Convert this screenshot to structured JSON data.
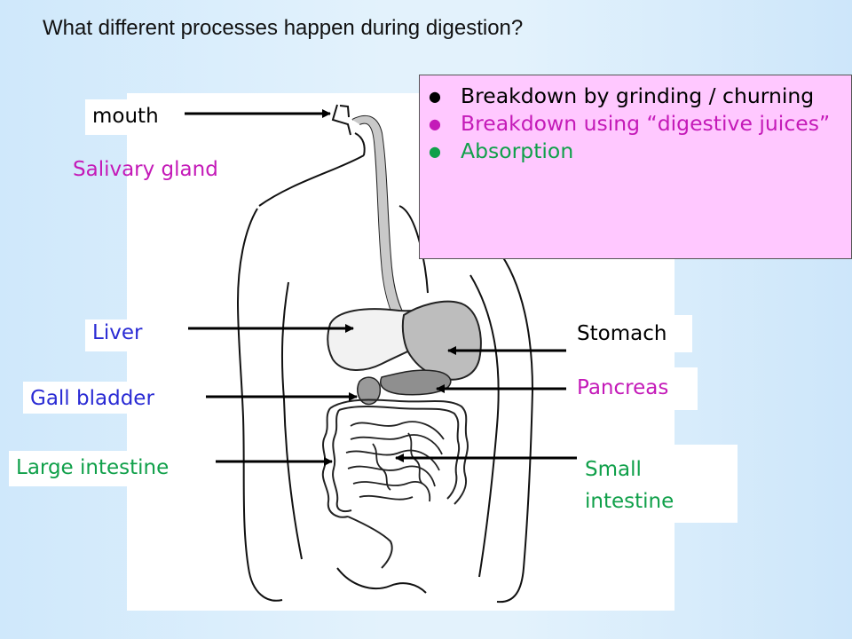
{
  "title": "What different processes happen during digestion?",
  "colors": {
    "background": "#d8ecfa",
    "process_box": "#ffc8ff",
    "magenta": "#c41ab8",
    "blue": "#2a2bd4",
    "green": "#10a04a",
    "black": "#000000"
  },
  "labels": {
    "mouth": "mouth",
    "salivary_gland": "Salivary gland",
    "liver": "Liver",
    "gall_bladder": "Gall bladder",
    "large_intestine": "Large intestine",
    "stomach": "Stomach",
    "pancreas": "Pancreas",
    "small_intestine": "Small intestine"
  },
  "processes": [
    {
      "text": "Breakdown by grinding / churning",
      "color": "#000000"
    },
    {
      "text": "Breakdown using “digestive juices”",
      "color": "#c41ab8"
    },
    {
      "text": "Absorption",
      "color": "#10a04a"
    }
  ]
}
